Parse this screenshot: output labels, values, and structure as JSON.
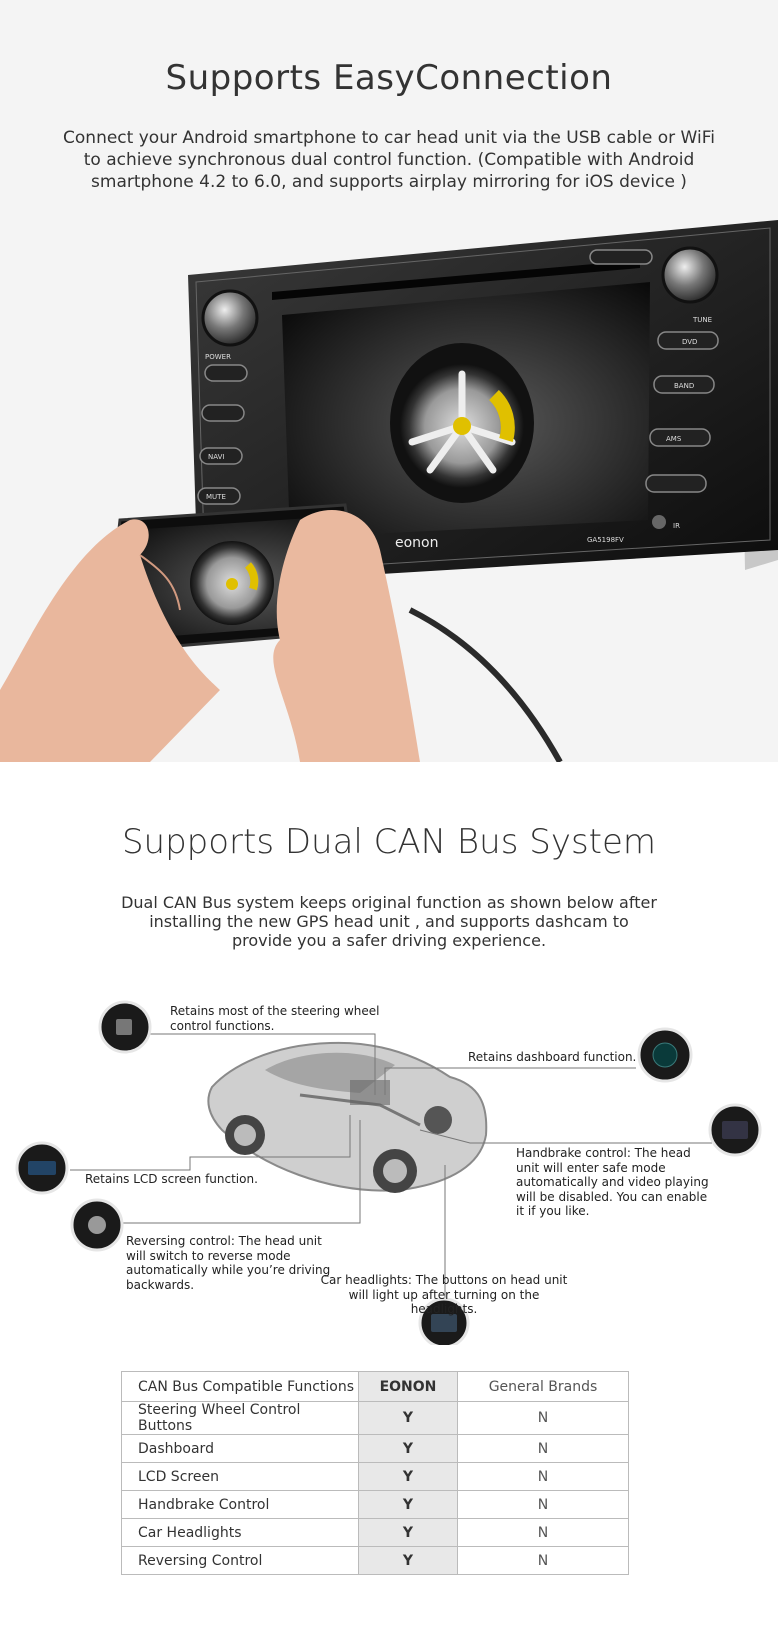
{
  "section1": {
    "title": "Supports EasyConnection",
    "description": "Connect your Android smartphone to car head unit via the USB cable or WiFi to achieve synchronous dual control function. (Compatible with Android smartphone 4.2 to 6.0, and supports airplay mirroring for iOS device )",
    "unit_buttons_left": [
      "POWER",
      "NAVI",
      "MUTE"
    ],
    "unit_buttons_right": [
      "TUNE",
      "DVD",
      "BAND",
      "AMS"
    ],
    "brand": "eonon",
    "model": "GA5198FV",
    "ir_label": "IR"
  },
  "section2": {
    "title": "Supports Dual CAN Bus System",
    "description": "Dual CAN Bus system keeps original function as shown below after installing the new GPS head unit , and supports dashcam to provide you a safer driving experience.",
    "labels": {
      "steering": "Retains most of the steering wheel control functions.",
      "dashboard": "Retains dashboard function.",
      "handbrake": "Handbrake control: The head unit will enter safe mode automatically and video playing will be disabled. You can enable it if you like.",
      "lcd": "Retains LCD screen function.",
      "reversing": "Reversing control: The head unit will switch to reverse mode automatically while you’re driving backwards.",
      "headlights": "Car headlights: The buttons on head unit will light up after turning on the headlights."
    }
  },
  "table": {
    "headers": [
      "CAN Bus Compatible Functions",
      "EONON",
      "General Brands"
    ],
    "rows": [
      [
        "Steering Wheel Control Buttons",
        "Y",
        "N"
      ],
      [
        "Dashboard",
        "Y",
        "N"
      ],
      [
        "LCD Screen",
        "Y",
        "N"
      ],
      [
        "Handbrake Control",
        "Y",
        "N"
      ],
      [
        "Car Headlights",
        "Y",
        "N"
      ],
      [
        "Reversing Control",
        "Y",
        "N"
      ]
    ]
  }
}
